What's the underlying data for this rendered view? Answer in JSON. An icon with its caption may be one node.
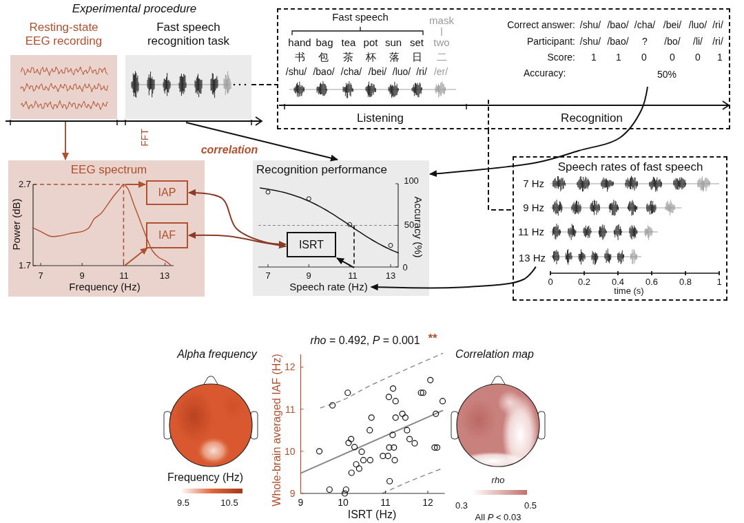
{
  "diagram": {
    "nodes": [
      {
        "text": [
          "Resting-state EEG recording"
        ]
      },
      {
        "text": [
          "Fast speech recognition task"
        ]
      },
      {
        "text": [
          "Listening",
          "Recognition"
        ]
      },
      {
        "text": [
          "50%"
        ],
        "in": 2
      },
      {
        "text": [
          "EEG spectrum"
        ]
      },
      {
        "text": [
          "IAP"
        ],
        "in": 4
      },
      {
        "text": [
          "IAF"
        ],
        "in": 4
      },
      {
        "text": [
          "Recognition performance"
        ]
      },
      {
        "text": [
          "ISRT"
        ],
        "in": 7
      },
      {
        "text": [
          "Speech rates of fast speech"
        ]
      },
      {
        "text": [
          "13 Hz"
        ],
        "in": 9
      },
      {
        "text": [
          "Speech rate (Hz)"
        ],
        "in": 7
      },
      {
        "text": [],
        "shape": "line",
        "in": 4
      },
      {
        "text": [],
        "shape": "line",
        "in": 7
      }
    ],
    "edges": [
      {
        "from": 0,
        "to": 4,
        "arrow": "to",
        "color": "#b0502f"
      },
      {
        "from": 1,
        "to": 2,
        "arrow": "none",
        "style": "dashed"
      },
      {
        "from": 1,
        "to": 7,
        "arrow": "to"
      },
      {
        "from": 3,
        "to": 7,
        "arrow": "to"
      },
      {
        "from": 2,
        "to": 9,
        "arrow": "none",
        "style": "dashed"
      },
      {
        "from": 12,
        "to": 5,
        "arrow": "to",
        "color": "#b0502f"
      },
      {
        "from": 12,
        "to": 6,
        "arrow": "to",
        "color": "#b0502f"
      },
      {
        "from": 5,
        "to": 8,
        "arrow": "both",
        "color": "#8a3a26"
      },
      {
        "from": 6,
        "to": 8,
        "arrow": "both",
        "color": "#8a3a26"
      },
      {
        "from": 13,
        "to": 8,
        "arrow": "to"
      },
      {
        "from": 10,
        "to": 11,
        "arrow": "to"
      }
    ],
    "labels": [
      "Experimental procedure",
      "Fast speech",
      "mask",
      "hand",
      "bag",
      "tea",
      "pot",
      "sun",
      "set",
      "two",
      "书",
      "包",
      "茶",
      "杯",
      "落",
      "日",
      "二",
      "/shu/",
      "/bao/",
      "/cha/",
      "/bei/",
      "/luo/",
      "/ri/",
      "/er/",
      "Correct answer:",
      "/shu/",
      "/bao/",
      "/cha/",
      "/bei/",
      "/luo/",
      "/ri/",
      "Participant:",
      "/shu/",
      "/bao/",
      "?",
      "/bo/",
      "/li/",
      "/ri/",
      "Score:",
      "1",
      "1",
      "0",
      "0",
      "0",
      "1",
      "Accuracy:",
      "FFT",
      "correlation",
      "2.7",
      "1.7",
      "Power (dB)",
      "7",
      "9",
      "11",
      "13",
      "Frequency (Hz)",
      "100",
      "50",
      "0",
      "Accuracy (%)",
      "7",
      "9",
      "11",
      "13",
      "7 Hz",
      "9 Hz",
      "11 Hz",
      "0",
      "0.2",
      "0.4",
      "0.6",
      "0.8",
      "1",
      "time (s)",
      "Alpha frequency",
      "Frequency (Hz)",
      "9.5",
      "10.5",
      "Correlation map",
      "rho",
      "0.3",
      "0.5",
      "All *P* < 0.03"
    ],
    "chart_data": {
      "type": "scatter",
      "title": "*rho* = 0.492, *P* = 0.001",
      "xlabel": "ISRT (Hz)",
      "ylabel": "Whole-brain averaged IAF (Hz)",
      "xlim": [
        9,
        12.4
      ],
      "ylim": [
        9,
        12.3
      ],
      "xticks": [
        9,
        10,
        11,
        12
      ],
      "yticks": [
        9,
        10,
        11,
        12
      ],
      "annotations": [
        "**"
      ],
      "x": [
        9.44,
        9.68,
        9.75,
        10.04,
        10.07,
        10.11,
        10.13,
        10.19,
        10.27,
        10.2,
        10.31,
        10.38,
        10.44,
        10.48,
        10.63,
        10.67,
        10.64,
        10.94,
        11.06,
        11.08,
        11.09,
        11.1,
        11.18,
        11.17,
        11.2,
        11.22,
        11.24,
        11.24,
        11.4,
        11.47,
        11.51,
        11.57,
        11.84,
        11.89,
        11.69,
        12.06,
        12.19,
        12.16,
        12.22,
        12.35
      ],
      "values": [
        10.0,
        9.09,
        11.09,
        9.0,
        9.09,
        11.39,
        10.2,
        10.29,
        10.1,
        9.49,
        9.69,
        9.59,
        9.99,
        9.79,
        10.5,
        10.8,
        9.79,
        9.89,
        9.89,
        11.29,
        10.09,
        9.29,
        11.49,
        10.39,
        10.09,
        9.79,
        11.19,
        10.8,
        10.89,
        10.8,
        10.5,
        10.29,
        11.39,
        11.39,
        10.19,
        11.69,
        10.89,
        10.09,
        10.09,
        11.19
      ]
    }
  }
}
